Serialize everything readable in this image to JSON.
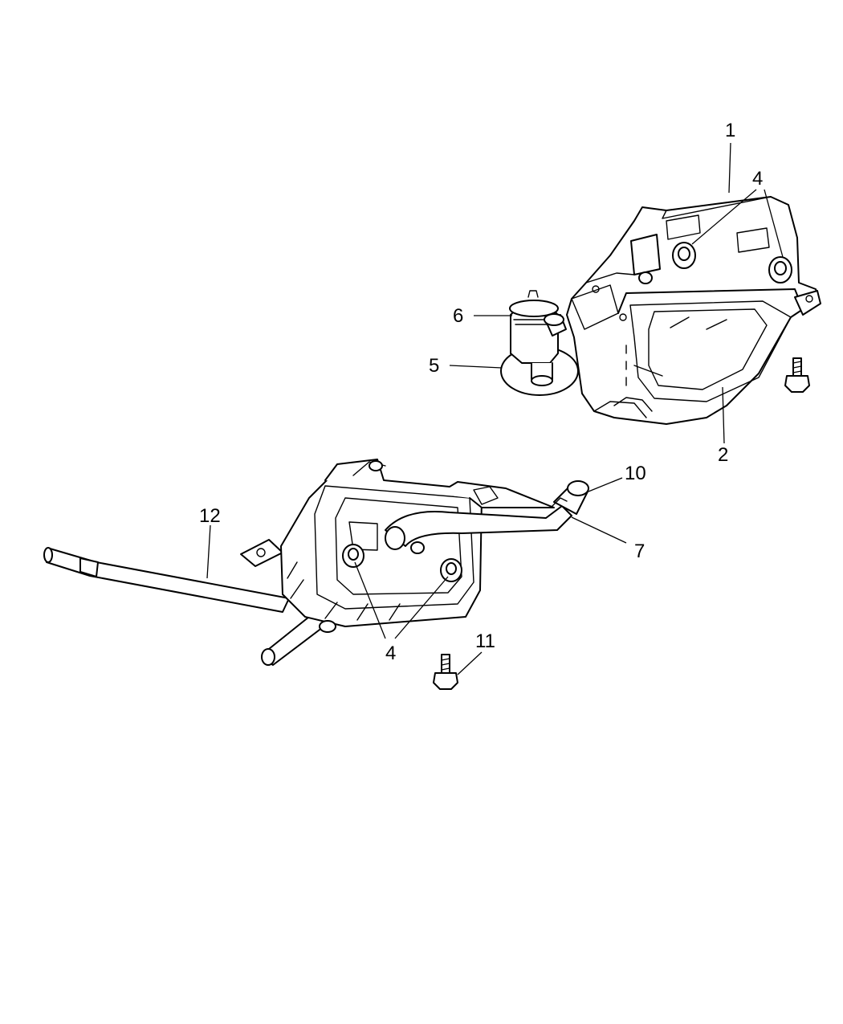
{
  "callouts": {
    "c1": "1",
    "c2": "2",
    "c4_top": "4",
    "c4_bottom": "4",
    "c5": "5",
    "c6": "6",
    "c7": "7",
    "c10": "10",
    "c11": "11",
    "c12": "12"
  },
  "colors": {
    "line": "#000000",
    "background": "#ffffff"
  }
}
